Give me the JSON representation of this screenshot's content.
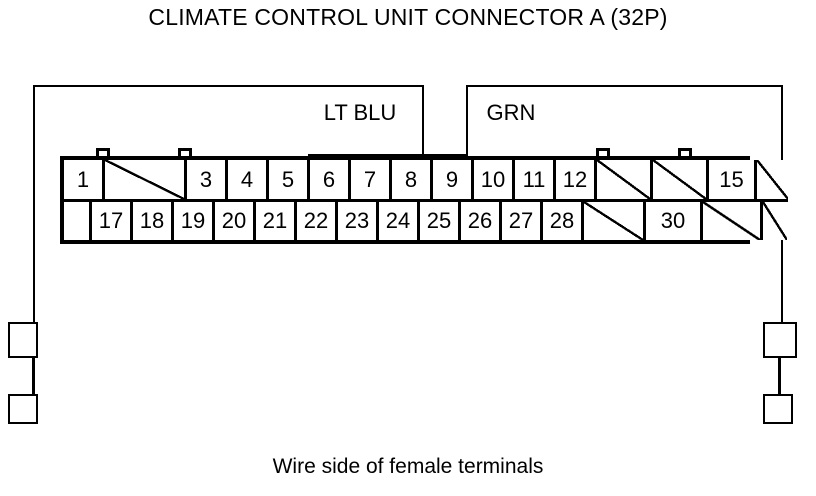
{
  "title": "CLIMATE CONTROL UNIT CONNECTOR A (32P)",
  "caption": "Wire side of female terminals",
  "colors": {
    "line": "#000000",
    "background": "#ffffff"
  },
  "wire_labels": [
    {
      "text": "LT BLU",
      "pin": "9"
    },
    {
      "text": "GRN",
      "pin": "10"
    }
  ],
  "connector": {
    "total_pins": "32",
    "top_row": [
      {
        "label": "1",
        "blank": false
      },
      {
        "label": "",
        "blank": true
      },
      {
        "label": "3",
        "blank": false
      },
      {
        "label": "4",
        "blank": false
      },
      {
        "label": "5",
        "blank": false
      },
      {
        "label": "6",
        "blank": false
      },
      {
        "label": "7",
        "blank": false
      },
      {
        "label": "8",
        "blank": false
      },
      {
        "label": "9",
        "blank": false
      },
      {
        "label": "10",
        "blank": false
      },
      {
        "label": "11",
        "blank": false
      },
      {
        "label": "12",
        "blank": false
      },
      {
        "label": "",
        "blank": true
      },
      {
        "label": "",
        "blank": true
      },
      {
        "label": "15",
        "blank": false
      },
      {
        "label": "",
        "blank": true
      }
    ],
    "bottom_row": [
      {
        "label": "17",
        "blank": false
      },
      {
        "label": "18",
        "blank": false
      },
      {
        "label": "19",
        "blank": false
      },
      {
        "label": "20",
        "blank": false
      },
      {
        "label": "21",
        "blank": false
      },
      {
        "label": "22",
        "blank": false
      },
      {
        "label": "23",
        "blank": false
      },
      {
        "label": "24",
        "blank": false
      },
      {
        "label": "25",
        "blank": false
      },
      {
        "label": "26",
        "blank": false
      },
      {
        "label": "27",
        "blank": false
      },
      {
        "label": "28",
        "blank": false
      },
      {
        "label": "",
        "blank": true
      },
      {
        "label": "30",
        "blank": false
      },
      {
        "label": "",
        "blank": true
      },
      {
        "label": "",
        "blank": true
      }
    ]
  }
}
